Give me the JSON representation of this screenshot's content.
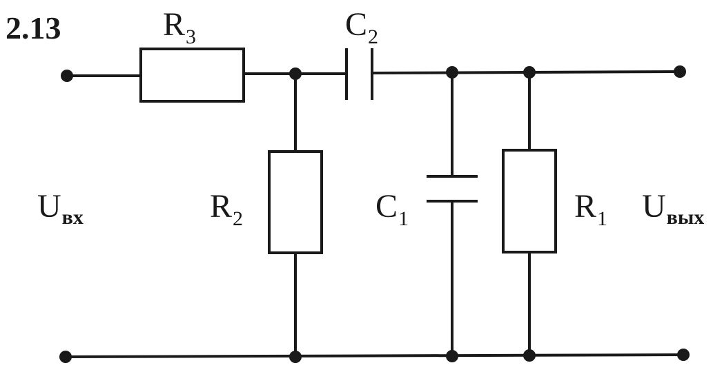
{
  "problem": {
    "number": "2.13"
  },
  "components": {
    "r3": {
      "letter": "R",
      "index": "3"
    },
    "c2": {
      "letter": "C",
      "index": "2"
    },
    "r2": {
      "letter": "R",
      "index": "2"
    },
    "c1": {
      "letter": "C",
      "index": "1"
    },
    "r1": {
      "letter": "R",
      "index": "1"
    }
  },
  "terminals": {
    "input": {
      "letter": "U",
      "subscript": "вх"
    },
    "output": {
      "letter": "U",
      "subscript": "вых"
    }
  },
  "colors": {
    "ink": "#1a1a1a",
    "background": "#ffffff"
  }
}
